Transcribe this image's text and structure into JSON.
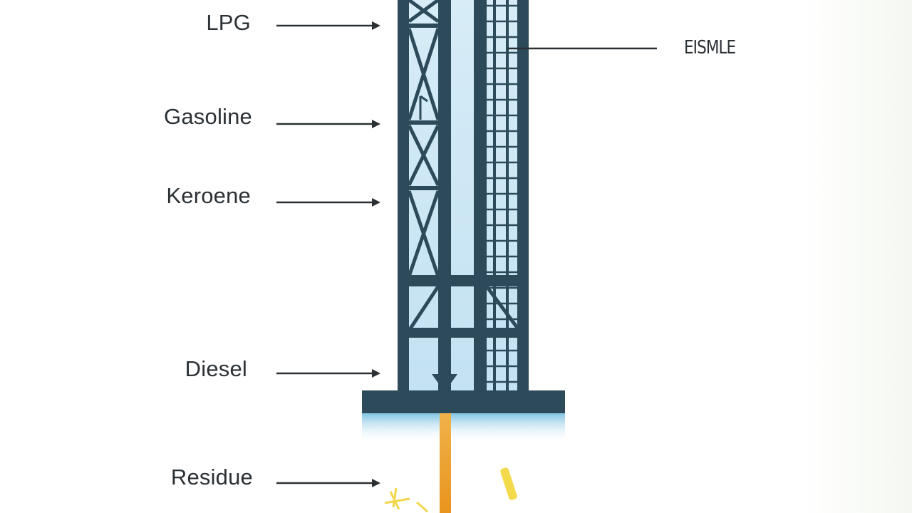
{
  "diagram": {
    "labels": {
      "lpg": "LPG",
      "gasoline": "Gasoline",
      "kerosene": "Keroene",
      "diesel": "Diesel",
      "residue": "Residue",
      "side": "EISMLE"
    },
    "colors": {
      "steel": "#2c4a5a",
      "column_fill": "#cfe8f5",
      "glow": "#8ccbe6",
      "flame": "#e8a230",
      "text": "#2b3034"
    }
  }
}
